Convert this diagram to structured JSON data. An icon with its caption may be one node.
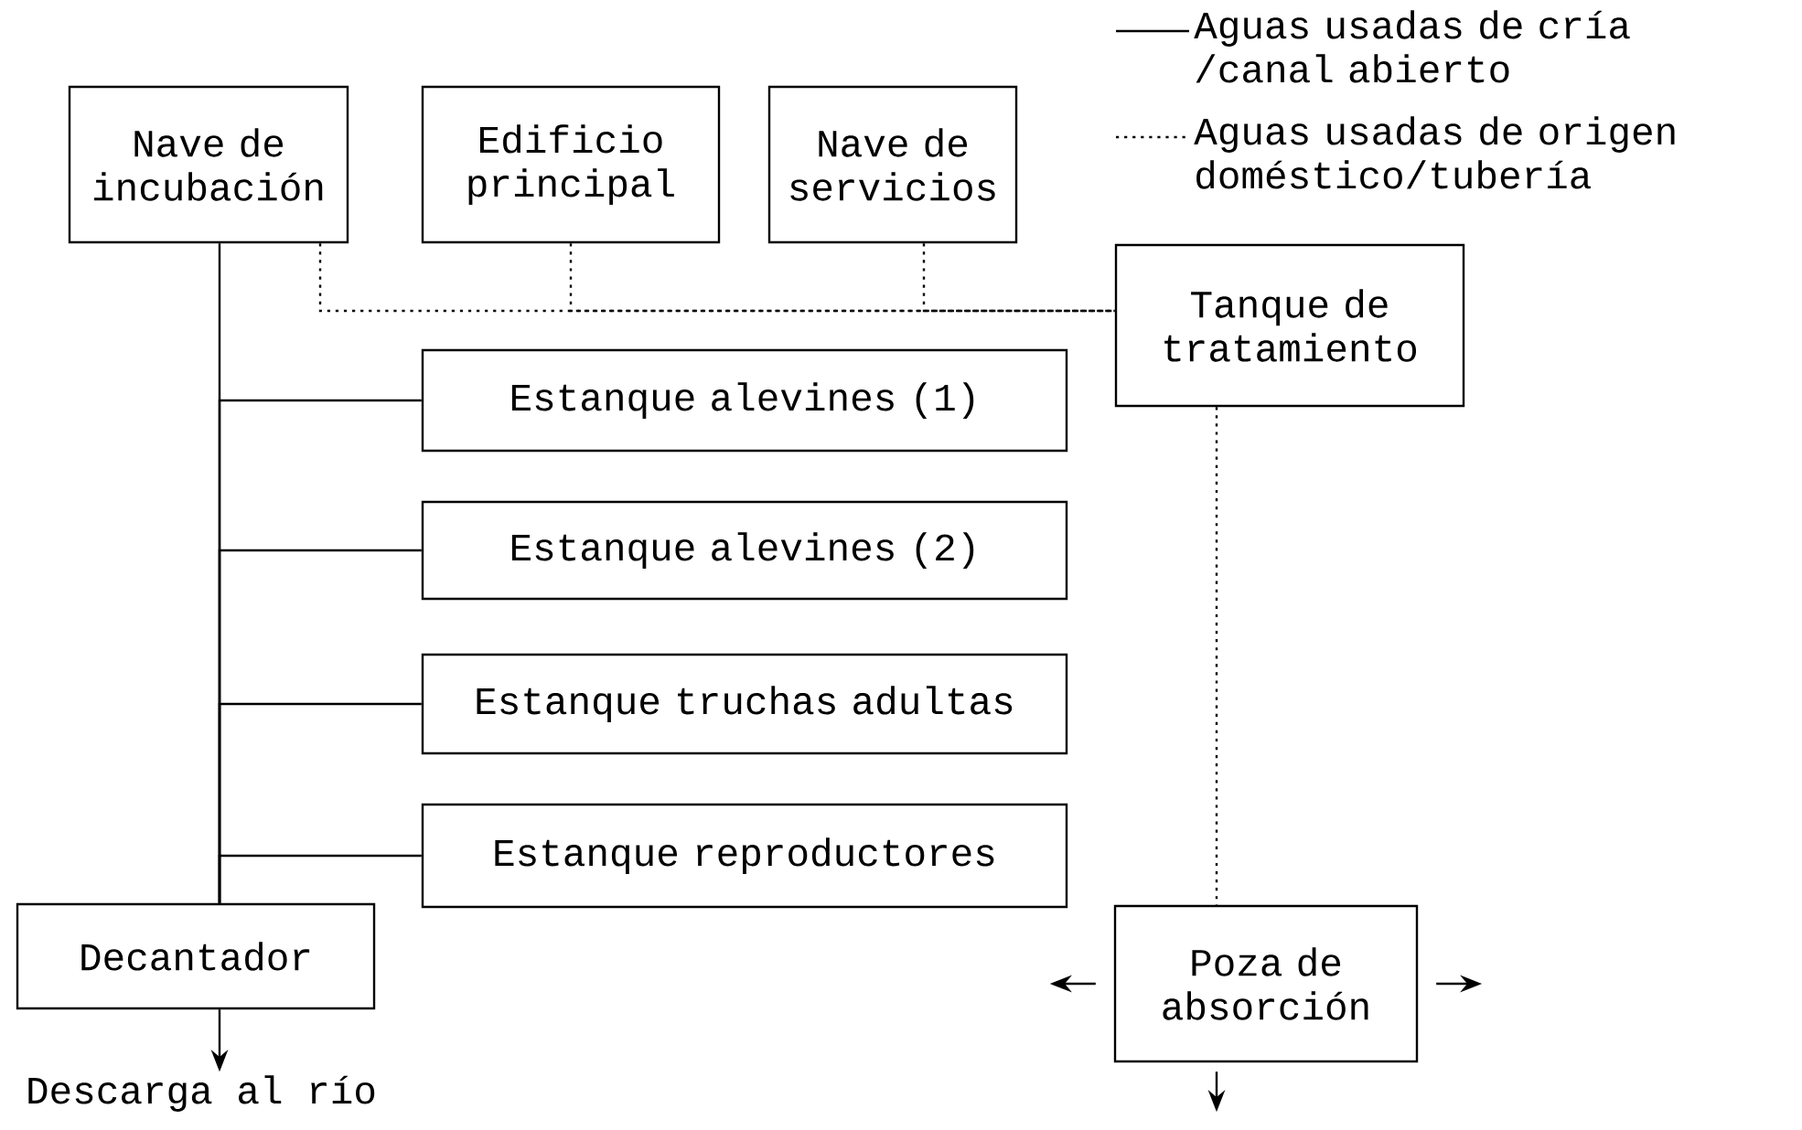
{
  "diagram": {
    "nodes": [
      {
        "text": [
          "Nave de incubación"
        ]
      },
      {
        "text": [
          "Edificio principal"
        ]
      },
      {
        "text": [
          "Nave de servicios"
        ]
      },
      {
        "text": [
          "Tanque de tratamiento"
        ]
      },
      {
        "text": [
          "Estanque alevines (1)"
        ]
      },
      {
        "text": [
          "Estanque alevines (2)"
        ]
      },
      {
        "text": [
          "Estanque truchas adultas"
        ]
      },
      {
        "text": [
          "Estanque reproductores"
        ]
      },
      {
        "text": [
          "Decantador"
        ]
      },
      {
        "text": [
          "Poza de absorción"
        ]
      },
      {
        "text": [
          "Descarga al río"
        ]
      }
    ],
    "edges": [
      {
        "from": 0,
        "to": 8,
        "arrow": "none"
      },
      {
        "from": 4,
        "to": 8,
        "arrow": "none"
      },
      {
        "from": 5,
        "to": 8,
        "arrow": "none"
      },
      {
        "from": 6,
        "to": 8,
        "arrow": "none"
      },
      {
        "from": 7,
        "to": 8,
        "arrow": "none"
      },
      {
        "from": 8,
        "to": 10,
        "arrow": "to"
      },
      {
        "from": 0,
        "to": 3,
        "arrow": "none",
        "style": "dashed"
      },
      {
        "from": 1,
        "to": 3,
        "arrow": "none",
        "style": "dashed"
      },
      {
        "from": 2,
        "to": 3,
        "arrow": "none",
        "style": "dashed"
      },
      {
        "from": 3,
        "to": 9,
        "arrow": "none",
        "style": "dashed"
      },
      {
        "from": 9,
        "to": null,
        "arrow": "to"
      },
      {
        "from": 9,
        "to": null,
        "arrow": "to"
      },
      {
        "from": 9,
        "to": null,
        "arrow": "to"
      }
    ],
    "legend": [
      {
        "text": "Aguas usadas de cría /canal abierto"
      },
      {
        "text": "Aguas usadas de origen doméstico/tubería"
      }
    ]
  }
}
